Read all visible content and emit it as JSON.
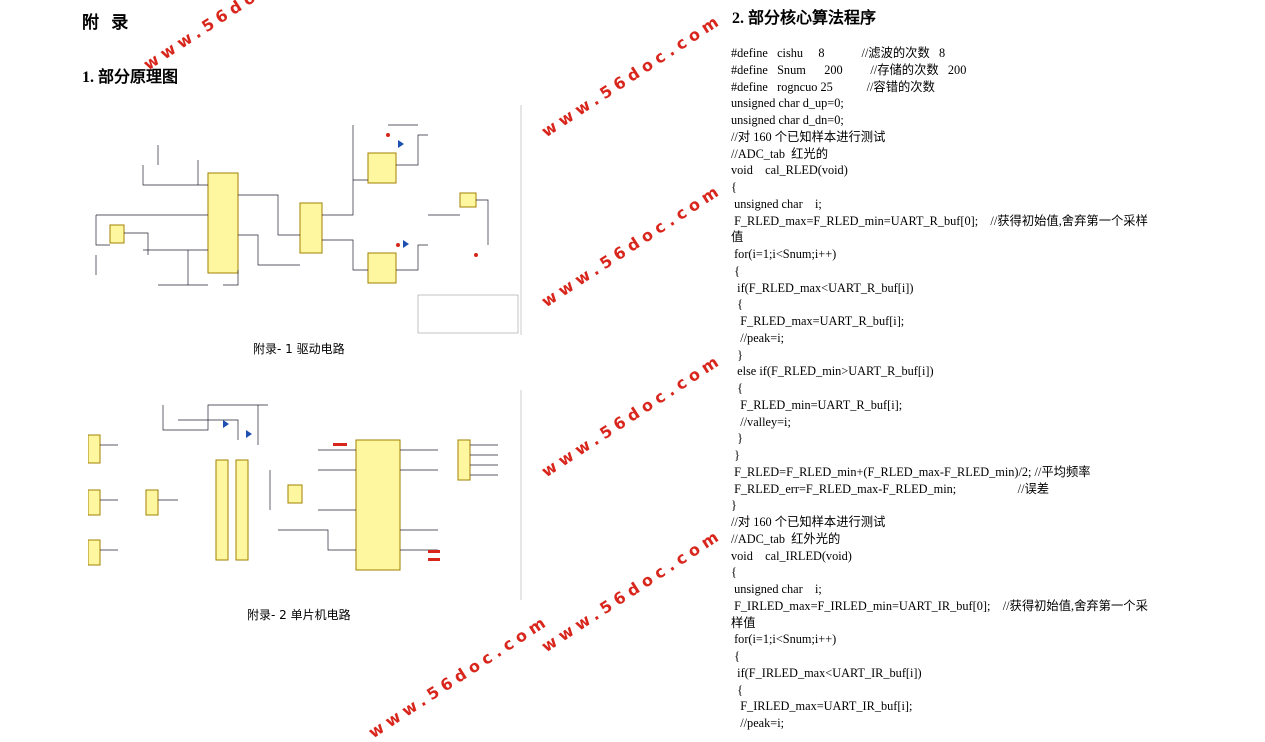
{
  "left": {
    "appendix_title": "附 录",
    "section_title": "1. 部分原理图",
    "figure1_caption": "附录- 1 驱动电路",
    "figure2_caption": "附录- 2 单片机电路"
  },
  "right": {
    "section_title": "2. 部分核心算法程序",
    "code_lines": [
      "#define   cishu     8            //滤波的次数   8",
      "#define   Snum      200         //存储的次数   200",
      "#define   rogncuo 25           //容错的次数",
      "unsigned char d_up=0;",
      "unsigned char d_dn=0;",
      "//对 160 个已知样本进行测试",
      "//ADC_tab  红光的",
      "void    cal_RLED(void)",
      "{",
      " unsigned char    i;",
      " F_RLED_max=F_RLED_min=UART_R_buf[0];    //获得初始值,舍弃第一个采样",
      "值",
      " for(i=1;i<Snum;i++)",
      " {",
      "  if(F_RLED_max<UART_R_buf[i])",
      "  {",
      "   F_RLED_max=UART_R_buf[i];",
      "   //peak=i;",
      "  }",
      "  else if(F_RLED_min>UART_R_buf[i])",
      "  {",
      "   F_RLED_min=UART_R_buf[i];",
      "   //valley=i;",
      "  }",
      " }",
      " F_RLED=F_RLED_min+(F_RLED_max-F_RLED_min)/2; //平均频率",
      " F_RLED_err=F_RLED_max-F_RLED_min;                    //误差",
      "}",
      "//对 160 个已知样本进行测试",
      "//ADC_tab  红外光的",
      "void    cal_IRLED(void)",
      "{",
      " unsigned char    i;",
      " F_IRLED_max=F_IRLED_min=UART_IR_buf[0];    //获得初始值,舍弃第一个采",
      "样值",
      " for(i=1;i<Snum;i++)",
      " {",
      "  if(F_IRLED_max<UART_IR_buf[i])",
      "  {",
      "   F_IRLED_max=UART_IR_buf[i];",
      "   //peak=i;"
    ]
  },
  "watermark": "www.56doc.com"
}
